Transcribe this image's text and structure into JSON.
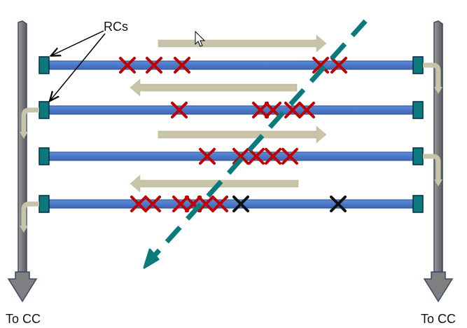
{
  "labels": {
    "rcs": "RCs",
    "to_cc_left": "To CC",
    "to_cc_right": "To CC"
  },
  "colors": {
    "row_bar": "#4472c4",
    "row_bar_edge": "#2f528f",
    "rc_block": "#0b7a7a",
    "column": "#7f7f7f",
    "column_edge": "#3a4a6a",
    "flow_arrow": "#c8c4a8",
    "hit_red": "#c00000",
    "hit_black": "#111111",
    "dashed_arrow": "#0b7a7a"
  },
  "rows": [
    {
      "flow": "right",
      "red_hits": 5,
      "black_hits": 0
    },
    {
      "flow": "left",
      "red_hits": 5,
      "black_hits": 0
    },
    {
      "flow": "right",
      "red_hits": 5,
      "black_hits": 0
    },
    {
      "flow": "left",
      "red_hits": 6,
      "black_hits": 2
    }
  ],
  "icons": {
    "cursor": "mouse-pointer-icon"
  }
}
